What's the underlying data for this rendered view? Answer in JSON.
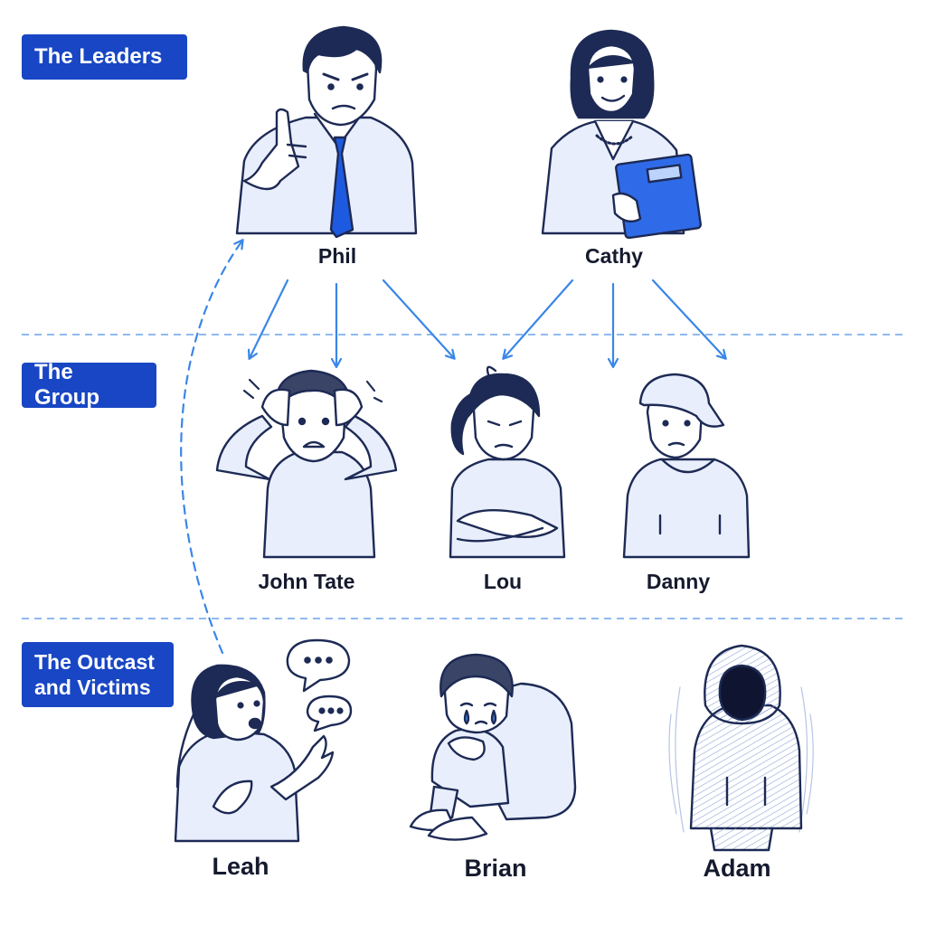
{
  "tiers": {
    "leaders": "The Leaders",
    "group": "The Group",
    "outcast": "The Outcast\nand Victims"
  },
  "people": {
    "phil": "Phil",
    "cathy": "Cathy",
    "john_tate": "John Tate",
    "lou": "Lou",
    "danny": "Danny",
    "leah": "Leah",
    "brian": "Brian",
    "adam": "Adam"
  },
  "colors": {
    "accent": "#1846c4",
    "arrow": "#3a86e8",
    "outline": "#1d2a55",
    "fill": "#e8eefb"
  },
  "icons": {
    "speech": "speech-bubble-ellipsis-icon",
    "tears": "tear-drop-icon",
    "stress": "stress-marks-icon"
  }
}
